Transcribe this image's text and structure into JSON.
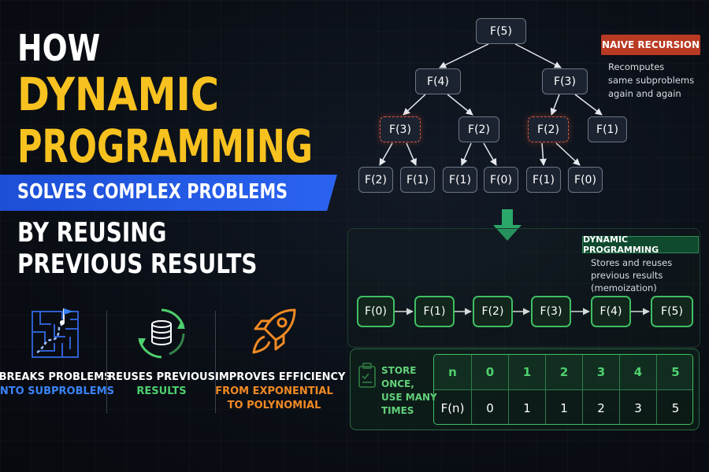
{
  "headline": {
    "line1": "HOW",
    "line2": "DYNAMIC",
    "line3": "PROGRAMMING",
    "banner": "SOLVES COMPLEX PROBLEMS",
    "line4": "BY REUSING",
    "line5": "PREVIOUS RESULTS"
  },
  "features": [
    {
      "icon": "maze-icon",
      "line1": "BREAKS PROBLEMS",
      "line2": "INTO SUBPROBLEMS",
      "line3": "",
      "accent": "#3b82f6"
    },
    {
      "icon": "database-cycle-icon",
      "line1": "REUSES PREVIOUS",
      "line2": "RESULTS",
      "line3": "",
      "accent": "#4fd06e"
    },
    {
      "icon": "rocket-icon",
      "line1": "IMPROVES EFFICIENCY",
      "line2": "FROM EXPONENTIAL",
      "line3": "TO POLYNOMIAL",
      "accent": "#f08a24"
    }
  ],
  "tree": {
    "nodes": [
      "F(5)",
      "F(4)",
      "F(3)",
      "F(3)",
      "F(2)",
      "F(2)",
      "F(1)",
      "F(2)",
      "F(1)",
      "F(1)",
      "F(0)",
      "F(1)",
      "F(0)"
    ],
    "duplicate_color": "#e0573c"
  },
  "naive": {
    "badge": "NAIVE RECURSION",
    "desc": [
      "Recomputes",
      "same subproblems",
      "again and again"
    ]
  },
  "dp": {
    "badge": "DYNAMIC PROGRAMMING",
    "desc": [
      "Stores and reuses",
      "previous results",
      "(memoization)"
    ],
    "chain": [
      "F(0)",
      "F(1)",
      "F(2)",
      "F(3)",
      "F(4)",
      "F(5)"
    ]
  },
  "memo": {
    "label": [
      "STORE",
      "ONCE,",
      "USE MANY",
      "TIMES"
    ],
    "header": [
      "n",
      "0",
      "1",
      "2",
      "3",
      "4",
      "5"
    ],
    "row": [
      "F(n)",
      "0",
      "1",
      "1",
      "2",
      "3",
      "5"
    ]
  },
  "colors": {
    "yellow": "#f7c21f",
    "blue": "#2a63f0",
    "green": "#3fbf63",
    "red": "#b93a23"
  }
}
